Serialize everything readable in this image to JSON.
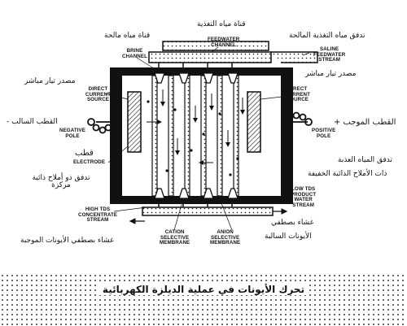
{
  "figure": {
    "caption_ar": "تحرك الأيونات في عملية الديلزة الكهربائية",
    "labels_en": {
      "brine_channel": [
        "BRINE",
        "CHANNEL"
      ],
      "feedwater_channel": [
        "FEEDWATER",
        "CHANNEL"
      ],
      "saline_feedwater_stream": [
        "SALINE",
        "FEEDWATER",
        "STREAM"
      ],
      "dc_source_left": [
        "DIRECT",
        "CURRENT",
        "SOURCE"
      ],
      "dc_source_right": [
        "DIRECT",
        "CURRENT",
        "SOURCE"
      ],
      "negative_pole": [
        "NEGATIVE",
        "POLE"
      ],
      "positive_pole": [
        "POSITIVE",
        "POLE"
      ],
      "electrode": "ELECTRODE",
      "high_tds_stream": [
        "HIGH TDS",
        "CONCENTRATE",
        "STREAM"
      ],
      "low_tds_stream": [
        "LOW TDS",
        "PRODUCT",
        "WATER",
        "STREAM"
      ],
      "cation_membrane": [
        "CATION",
        "SELECTIVE",
        "MEMBRANE"
      ],
      "anion_membrane": [
        "ANION",
        "SELECTIVE",
        "MEMBRANE"
      ]
    },
    "labels_ar": {
      "feedwater_channel": "قناة مياه التغذية",
      "brine_channel": "قناة مياه مالحة",
      "saline_feedwater_stream": "تدفق مياه التغذية المالحة",
      "dc_source_left": "مصدر تيار مباشر",
      "dc_source_right": "مصدر تيار مباشر",
      "negative_pole": "القطب السالب -",
      "positive_pole": "القطب الموجب +",
      "electrode": "قطب",
      "high_tds_stream": "تدفق ذو أملاح ذائبة مركزة",
      "low_tds_stream_1": "تدفق المياه العذبة",
      "low_tds_stream_2": "ذات الأملاح الذائبة الخفيفة",
      "anion_membrane": "غشاء بصطفي",
      "anion_membrane_2": "الأيونات السالبة",
      "cation_membrane": "غشاء بصطفي الأيونات الموجبة"
    }
  }
}
